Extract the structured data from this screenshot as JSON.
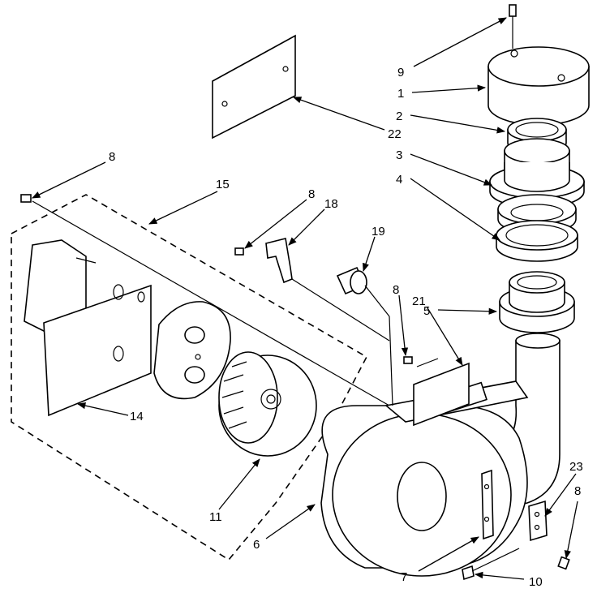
{
  "labels": {
    "l1": "1",
    "l2": "2",
    "l3": "3",
    "l4": "4",
    "l5": "5",
    "l6": "6",
    "l7": "7",
    "l8a": "8",
    "l8b": "8",
    "l8c": "8",
    "l8d": "8",
    "l9": "9",
    "l10": "10",
    "l11": "11",
    "l14": "14",
    "l15": "15",
    "l18": "18",
    "l19": "19",
    "l21": "21",
    "l22": "22",
    "l23": "23"
  }
}
